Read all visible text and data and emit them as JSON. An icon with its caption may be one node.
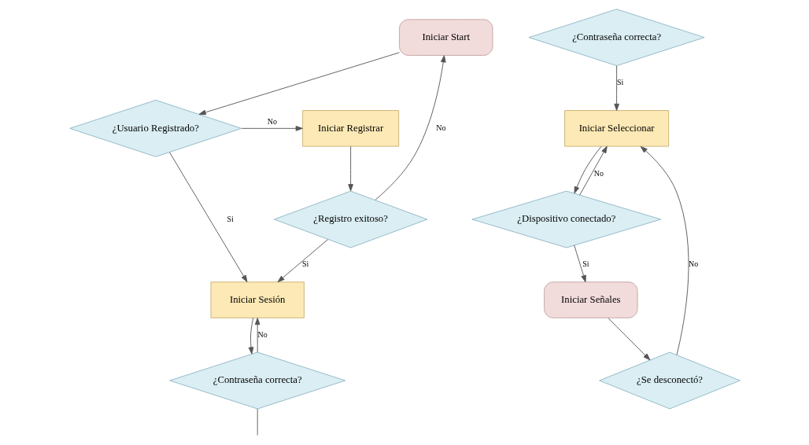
{
  "diagram": {
    "nodes": [
      {
        "text": [
          "Iniciar Start"
        ]
      },
      {
        "text": [
          "¿Usuario Registrado?"
        ]
      },
      {
        "text": [
          "Iniciar Registrar"
        ]
      },
      {
        "text": [
          "Iniciar Sesión"
        ]
      },
      {
        "text": [
          "¿Registro exitoso?"
        ]
      },
      {
        "text": [
          "¿Contraseña correcta?"
        ]
      },
      {
        "text": [
          "¿Contraseña correcta?"
        ]
      },
      {
        "text": [
          "Iniciar Seleccionar"
        ]
      },
      {
        "text": [
          "¿Dispositivo conectado?"
        ]
      },
      {
        "text": [
          "Iniciar Señales"
        ]
      },
      {
        "text": [
          "¿Se desconectó?"
        ]
      }
    ],
    "edges": [
      {
        "from": 0,
        "to": 1,
        "arrow": "to"
      },
      {
        "from": 1,
        "to": 2,
        "label": "No",
        "arrow": "to"
      },
      {
        "from": 1,
        "to": 3,
        "label": "Si",
        "arrow": "to"
      },
      {
        "from": 2,
        "to": 4,
        "arrow": "to"
      },
      {
        "from": 4,
        "to": 3,
        "label": "Si",
        "arrow": "to"
      },
      {
        "from": 4,
        "to": 0,
        "label": "No",
        "arrow": "to"
      },
      {
        "from": 3,
        "to": 5,
        "arrow": "to"
      },
      {
        "from": 5,
        "to": 3,
        "label": "No",
        "arrow": "to"
      },
      {
        "from": 5,
        "to": null,
        "arrow": "none"
      },
      {
        "from": 6,
        "to": 7,
        "label": "Si",
        "arrow": "to"
      },
      {
        "from": 7,
        "to": 8,
        "arrow": "to"
      },
      {
        "from": 8,
        "to": 7,
        "label": "No",
        "arrow": "to"
      },
      {
        "from": 8,
        "to": 9,
        "label": "Si",
        "arrow": "to"
      },
      {
        "from": 9,
        "to": 10,
        "arrow": "to"
      },
      {
        "from": 10,
        "to": 7,
        "label": "No",
        "arrow": "to"
      }
    ]
  }
}
